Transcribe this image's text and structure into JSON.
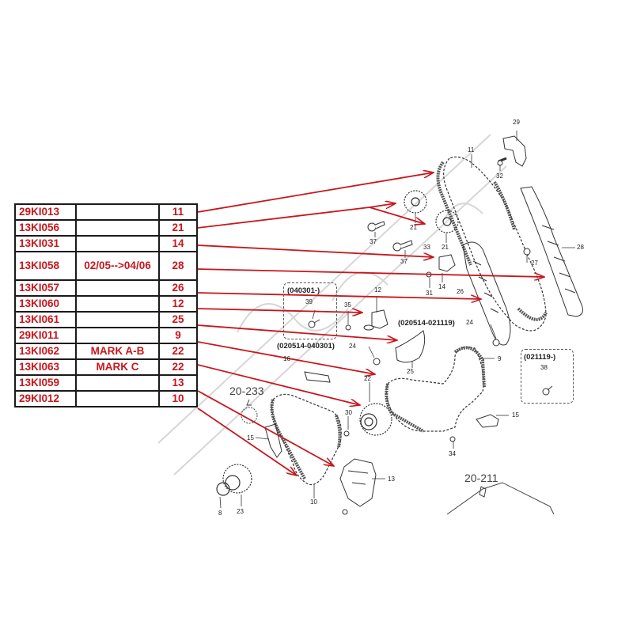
{
  "parts_table": {
    "rows": [
      {
        "code": "29KI013",
        "note": "",
        "ref": "11"
      },
      {
        "code": "13KI056",
        "note": "",
        "ref": "21"
      },
      {
        "code": "13KI031",
        "note": "",
        "ref": "14"
      },
      {
        "code": "13KI058",
        "note": "02/05-->04/06",
        "ref": "28"
      },
      {
        "code": "13KI057",
        "note": "",
        "ref": "26"
      },
      {
        "code": "13KI060",
        "note": "",
        "ref": "12"
      },
      {
        "code": "13KI061",
        "note": "",
        "ref": "25"
      },
      {
        "code": "29KI011",
        "note": "",
        "ref": "9"
      },
      {
        "code": "13KI062",
        "note": "MARK A-B",
        "ref": "22"
      },
      {
        "code": "13KI063",
        "note": "MARK C",
        "ref": "22"
      },
      {
        "code": "13KI059",
        "note": "",
        "ref": "13"
      },
      {
        "code": "29KI012",
        "note": "",
        "ref": "10"
      }
    ]
  },
  "diagram": {
    "part_labels": {
      "p29": "29",
      "p11": "11",
      "p32": "32",
      "p21a": "21",
      "p21b": "21",
      "p37a": "37",
      "p37b": "37",
      "p33": "33",
      "p27": "27",
      "p28": "28",
      "p14": "14",
      "p31": "31",
      "p26": "26",
      "p12": "12",
      "p35": "35",
      "p39": "39",
      "p24a": "24",
      "p24b": "24",
      "p25": "25",
      "p9": "9",
      "p38": "38",
      "p16": "16",
      "p22": "22",
      "p30": "30",
      "p15a": "15",
      "p15b": "15",
      "p34": "34",
      "p13": "13",
      "p10": "10",
      "p8": "8",
      "p23": "23"
    },
    "date_boxes": {
      "box_040301": "(040301-)",
      "box_021119": "(021119-)",
      "range_020514_021119": "(020514-021119)",
      "range_020514_040301": "(020514-040301)"
    },
    "section_refs": {
      "ref_20_233": "20-233",
      "ref_20_211": "20-211"
    },
    "colors": {
      "accent_red": "#c8161d",
      "line_gray": "#333333"
    }
  }
}
